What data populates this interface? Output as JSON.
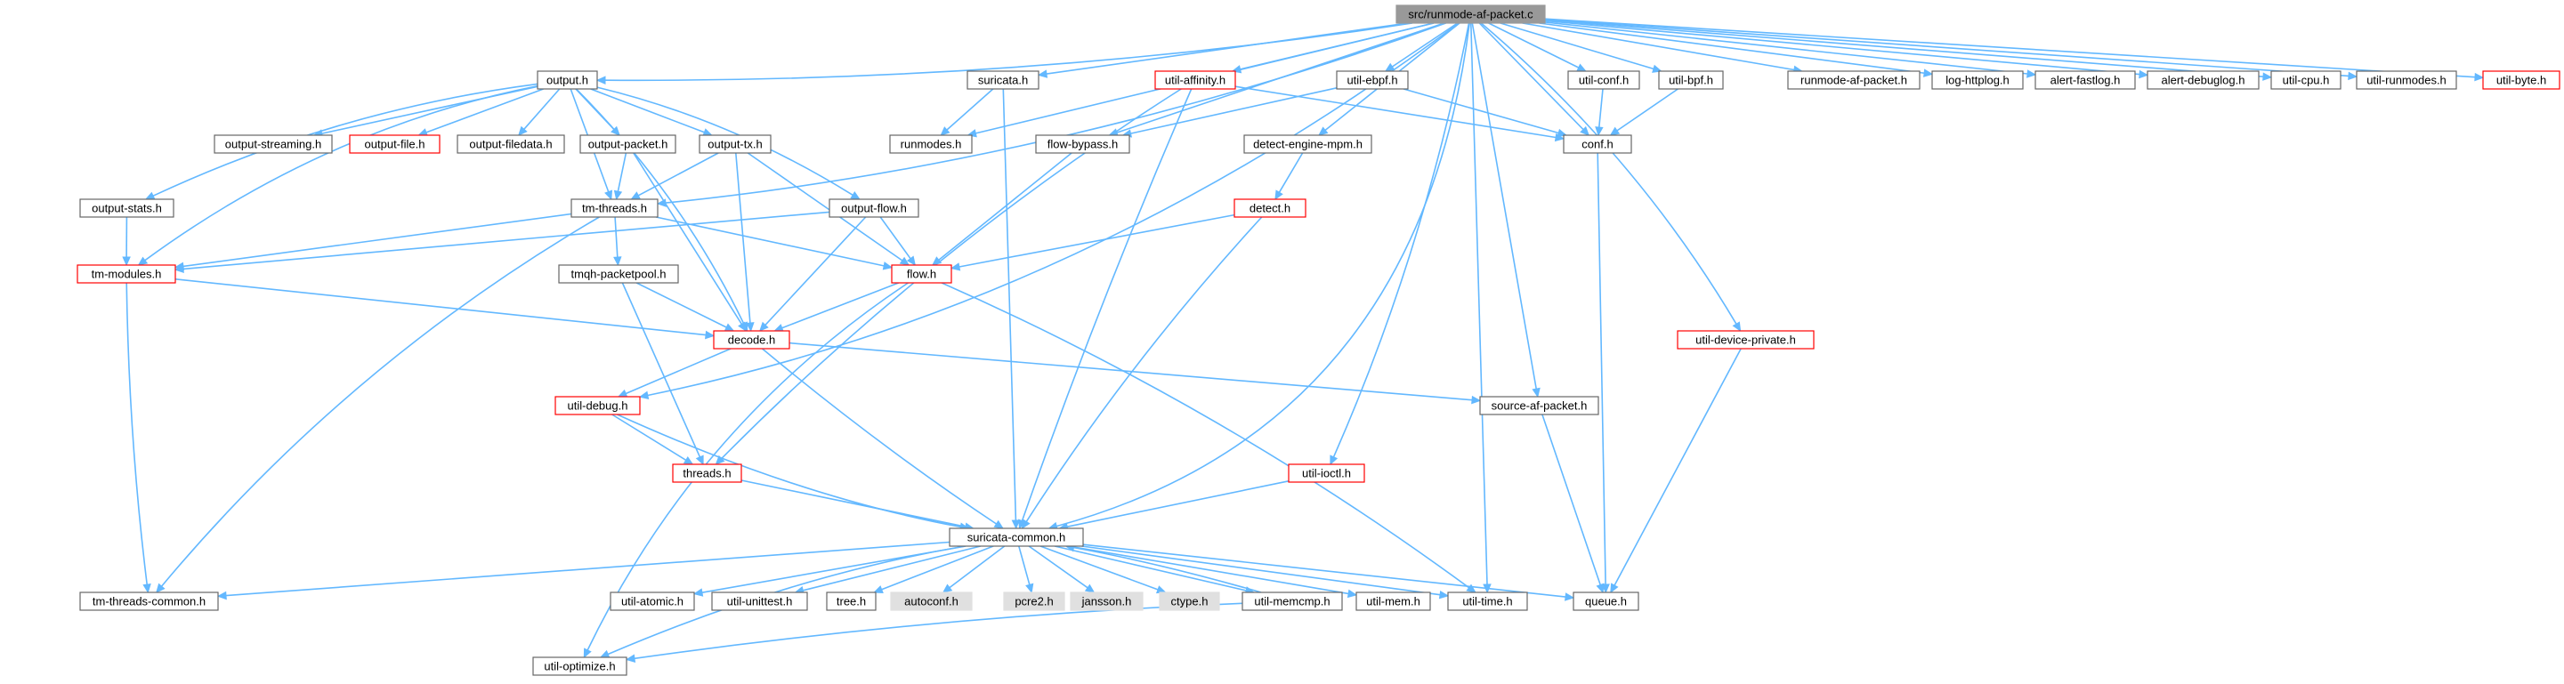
{
  "graph": {
    "colors": {
      "edge": "#63b8ff",
      "node_border_normal": "#666666",
      "node_border_truncated": "#ff0000",
      "node_border_root": "#999999",
      "node_fill_root": "#999999",
      "node_fill_external": "#e0e0e0",
      "node_fill_normal": "#ffffff"
    },
    "nodes": [
      {
        "id": "root",
        "label": "src/runmode-af-packet.c",
        "kind": "root"
      },
      {
        "id": "output_h",
        "label": "output.h",
        "kind": "normal"
      },
      {
        "id": "suricata_h",
        "label": "suricata.h",
        "kind": "normal"
      },
      {
        "id": "util_affinity",
        "label": "util-affinity.h",
        "kind": "truncated"
      },
      {
        "id": "util_ebpf",
        "label": "util-ebpf.h",
        "kind": "normal"
      },
      {
        "id": "util_conf",
        "label": "util-conf.h",
        "kind": "normal"
      },
      {
        "id": "util_bpf",
        "label": "util-bpf.h",
        "kind": "normal"
      },
      {
        "id": "runmode_afp_h",
        "label": "runmode-af-packet.h",
        "kind": "normal"
      },
      {
        "id": "log_httplog",
        "label": "log-httplog.h",
        "kind": "normal"
      },
      {
        "id": "alert_fastlog",
        "label": "alert-fastlog.h",
        "kind": "normal"
      },
      {
        "id": "alert_debuglog",
        "label": "alert-debuglog.h",
        "kind": "normal"
      },
      {
        "id": "util_cpu",
        "label": "util-cpu.h",
        "kind": "normal"
      },
      {
        "id": "util_runmodes",
        "label": "util-runmodes.h",
        "kind": "normal"
      },
      {
        "id": "util_byte",
        "label": "util-byte.h",
        "kind": "truncated"
      },
      {
        "id": "output_streaming",
        "label": "output-streaming.h",
        "kind": "normal"
      },
      {
        "id": "output_file",
        "label": "output-file.h",
        "kind": "truncated"
      },
      {
        "id": "output_filedata",
        "label": "output-filedata.h",
        "kind": "normal"
      },
      {
        "id": "output_packet",
        "label": "output-packet.h",
        "kind": "normal"
      },
      {
        "id": "output_tx",
        "label": "output-tx.h",
        "kind": "normal"
      },
      {
        "id": "runmodes_h",
        "label": "runmodes.h",
        "kind": "normal"
      },
      {
        "id": "flow_bypass",
        "label": "flow-bypass.h",
        "kind": "normal"
      },
      {
        "id": "detect_engine_mpm",
        "label": "detect-engine-mpm.h",
        "kind": "normal"
      },
      {
        "id": "conf_h",
        "label": "conf.h",
        "kind": "normal"
      },
      {
        "id": "output_stats",
        "label": "output-stats.h",
        "kind": "normal"
      },
      {
        "id": "tm_threads",
        "label": "tm-threads.h",
        "kind": "normal"
      },
      {
        "id": "output_flow",
        "label": "output-flow.h",
        "kind": "normal"
      },
      {
        "id": "detect_h",
        "label": "detect.h",
        "kind": "truncated"
      },
      {
        "id": "tm_modules",
        "label": "tm-modules.h",
        "kind": "truncated"
      },
      {
        "id": "tmqh_packetpool",
        "label": "tmqh-packetpool.h",
        "kind": "normal"
      },
      {
        "id": "flow_h",
        "label": "flow.h",
        "kind": "truncated"
      },
      {
        "id": "util_device_private",
        "label": "util-device-private.h",
        "kind": "truncated"
      },
      {
        "id": "decode_h",
        "label": "decode.h",
        "kind": "truncated"
      },
      {
        "id": "util_debug",
        "label": "util-debug.h",
        "kind": "truncated"
      },
      {
        "id": "source_afp",
        "label": "source-af-packet.h",
        "kind": "normal"
      },
      {
        "id": "threads_h",
        "label": "threads.h",
        "kind": "truncated"
      },
      {
        "id": "util_ioctl",
        "label": "util-ioctl.h",
        "kind": "truncated"
      },
      {
        "id": "suricata_common",
        "label": "suricata-common.h",
        "kind": "normal"
      },
      {
        "id": "tm_threads_common",
        "label": "tm-threads-common.h",
        "kind": "normal"
      },
      {
        "id": "util_atomic",
        "label": "util-atomic.h",
        "kind": "normal"
      },
      {
        "id": "util_unittest",
        "label": "util-unittest.h",
        "kind": "normal"
      },
      {
        "id": "tree_h",
        "label": "tree.h",
        "kind": "normal"
      },
      {
        "id": "autoconf_h",
        "label": "autoconf.h",
        "kind": "external"
      },
      {
        "id": "pcre2_h",
        "label": "pcre2.h",
        "kind": "external"
      },
      {
        "id": "jansson_h",
        "label": "jansson.h",
        "kind": "external"
      },
      {
        "id": "ctype_h",
        "label": "ctype.h",
        "kind": "external"
      },
      {
        "id": "util_memcmp",
        "label": "util-memcmp.h",
        "kind": "normal"
      },
      {
        "id": "util_mem",
        "label": "util-mem.h",
        "kind": "normal"
      },
      {
        "id": "util_time",
        "label": "util-time.h",
        "kind": "normal"
      },
      {
        "id": "queue_h",
        "label": "queue.h",
        "kind": "normal"
      },
      {
        "id": "util_optimize",
        "label": "util-optimize.h",
        "kind": "normal"
      }
    ],
    "edges": [
      [
        "root",
        "output_h"
      ],
      [
        "root",
        "suricata_h"
      ],
      [
        "root",
        "util_affinity"
      ],
      [
        "root",
        "util_ebpf"
      ],
      [
        "root",
        "util_conf"
      ],
      [
        "root",
        "util_bpf"
      ],
      [
        "root",
        "runmode_afp_h"
      ],
      [
        "root",
        "log_httplog"
      ],
      [
        "root",
        "alert_fastlog"
      ],
      [
        "root",
        "alert_debuglog"
      ],
      [
        "root",
        "util_cpu"
      ],
      [
        "root",
        "util_runmodes"
      ],
      [
        "root",
        "util_byte"
      ],
      [
        "root",
        "runmodes_h"
      ],
      [
        "root",
        "flow_bypass"
      ],
      [
        "root",
        "detect_engine_mpm"
      ],
      [
        "root",
        "conf_h"
      ],
      [
        "root",
        "tm_threads"
      ],
      [
        "root",
        "util_debug"
      ],
      [
        "root",
        "suricata_common"
      ],
      [
        "root",
        "source_afp"
      ],
      [
        "root",
        "util_ioctl"
      ],
      [
        "root",
        "util_device_private"
      ],
      [
        "root",
        "util_time"
      ],
      [
        "output_h",
        "output_streaming"
      ],
      [
        "output_h",
        "output_file"
      ],
      [
        "output_h",
        "output_filedata"
      ],
      [
        "output_h",
        "output_packet"
      ],
      [
        "output_h",
        "output_tx"
      ],
      [
        "output_h",
        "output_stats"
      ],
      [
        "output_h",
        "output_flow"
      ],
      [
        "output_h",
        "tm_modules"
      ],
      [
        "output_h",
        "decode_h"
      ],
      [
        "output_h",
        "tm_threads"
      ],
      [
        "suricata_h",
        "runmodes_h"
      ],
      [
        "suricata_h",
        "suricata_common"
      ],
      [
        "util_affinity",
        "conf_h"
      ],
      [
        "util_affinity",
        "threads_h"
      ],
      [
        "util_affinity",
        "suricata_common"
      ],
      [
        "util_ebpf",
        "flow_bypass"
      ],
      [
        "util_ebpf",
        "conf_h"
      ],
      [
        "util_conf",
        "conf_h"
      ],
      [
        "util_bpf",
        "conf_h"
      ],
      [
        "conf_h",
        "queue_h"
      ],
      [
        "flow_bypass",
        "flow_h"
      ],
      [
        "detect_engine_mpm",
        "detect_h"
      ],
      [
        "detect_h",
        "flow_h"
      ],
      [
        "detect_h",
        "suricata_common"
      ],
      [
        "output_packet",
        "tm_threads"
      ],
      [
        "output_packet",
        "decode_h"
      ],
      [
        "output_tx",
        "tm_threads"
      ],
      [
        "output_tx",
        "decode_h"
      ],
      [
        "output_tx",
        "flow_h"
      ],
      [
        "output_stats",
        "tm_modules"
      ],
      [
        "tm_threads",
        "tm_modules"
      ],
      [
        "tm_threads",
        "tmqh_packetpool"
      ],
      [
        "tm_threads",
        "flow_h"
      ],
      [
        "tm_threads",
        "tm_threads_common"
      ],
      [
        "output_flow",
        "tm_modules"
      ],
      [
        "output_flow",
        "flow_h"
      ],
      [
        "output_flow",
        "decode_h"
      ],
      [
        "tm_modules",
        "decode_h"
      ],
      [
        "tm_modules",
        "tm_threads_common"
      ],
      [
        "tmqh_packetpool",
        "decode_h"
      ],
      [
        "tmqh_packetpool",
        "threads_h"
      ],
      [
        "flow_h",
        "decode_h"
      ],
      [
        "flow_h",
        "util_optimize"
      ],
      [
        "flow_h",
        "util_time"
      ],
      [
        "decode_h",
        "util_debug"
      ],
      [
        "decode_h",
        "source_afp"
      ],
      [
        "decode_h",
        "suricata_common"
      ],
      [
        "util_debug",
        "threads_h"
      ],
      [
        "util_debug",
        "suricata_common"
      ],
      [
        "threads_h",
        "suricata_common"
      ],
      [
        "util_ioctl",
        "suricata_common"
      ],
      [
        "source_afp",
        "queue_h"
      ],
      [
        "util_device_private",
        "queue_h"
      ],
      [
        "suricata_common",
        "tm_threads_common"
      ],
      [
        "suricata_common",
        "util_atomic"
      ],
      [
        "suricata_common",
        "util_unittest"
      ],
      [
        "suricata_common",
        "tree_h"
      ],
      [
        "suricata_common",
        "autoconf_h"
      ],
      [
        "suricata_common",
        "pcre2_h"
      ],
      [
        "suricata_common",
        "jansson_h"
      ],
      [
        "suricata_common",
        "ctype_h"
      ],
      [
        "suricata_common",
        "util_memcmp"
      ],
      [
        "suricata_common",
        "util_mem"
      ],
      [
        "suricata_common",
        "util_time"
      ],
      [
        "suricata_common",
        "queue_h"
      ],
      [
        "suricata_common",
        "util_optimize"
      ],
      [
        "util_memcmp",
        "suricata_common"
      ],
      [
        "util_memcmp",
        "util_optimize"
      ]
    ]
  }
}
